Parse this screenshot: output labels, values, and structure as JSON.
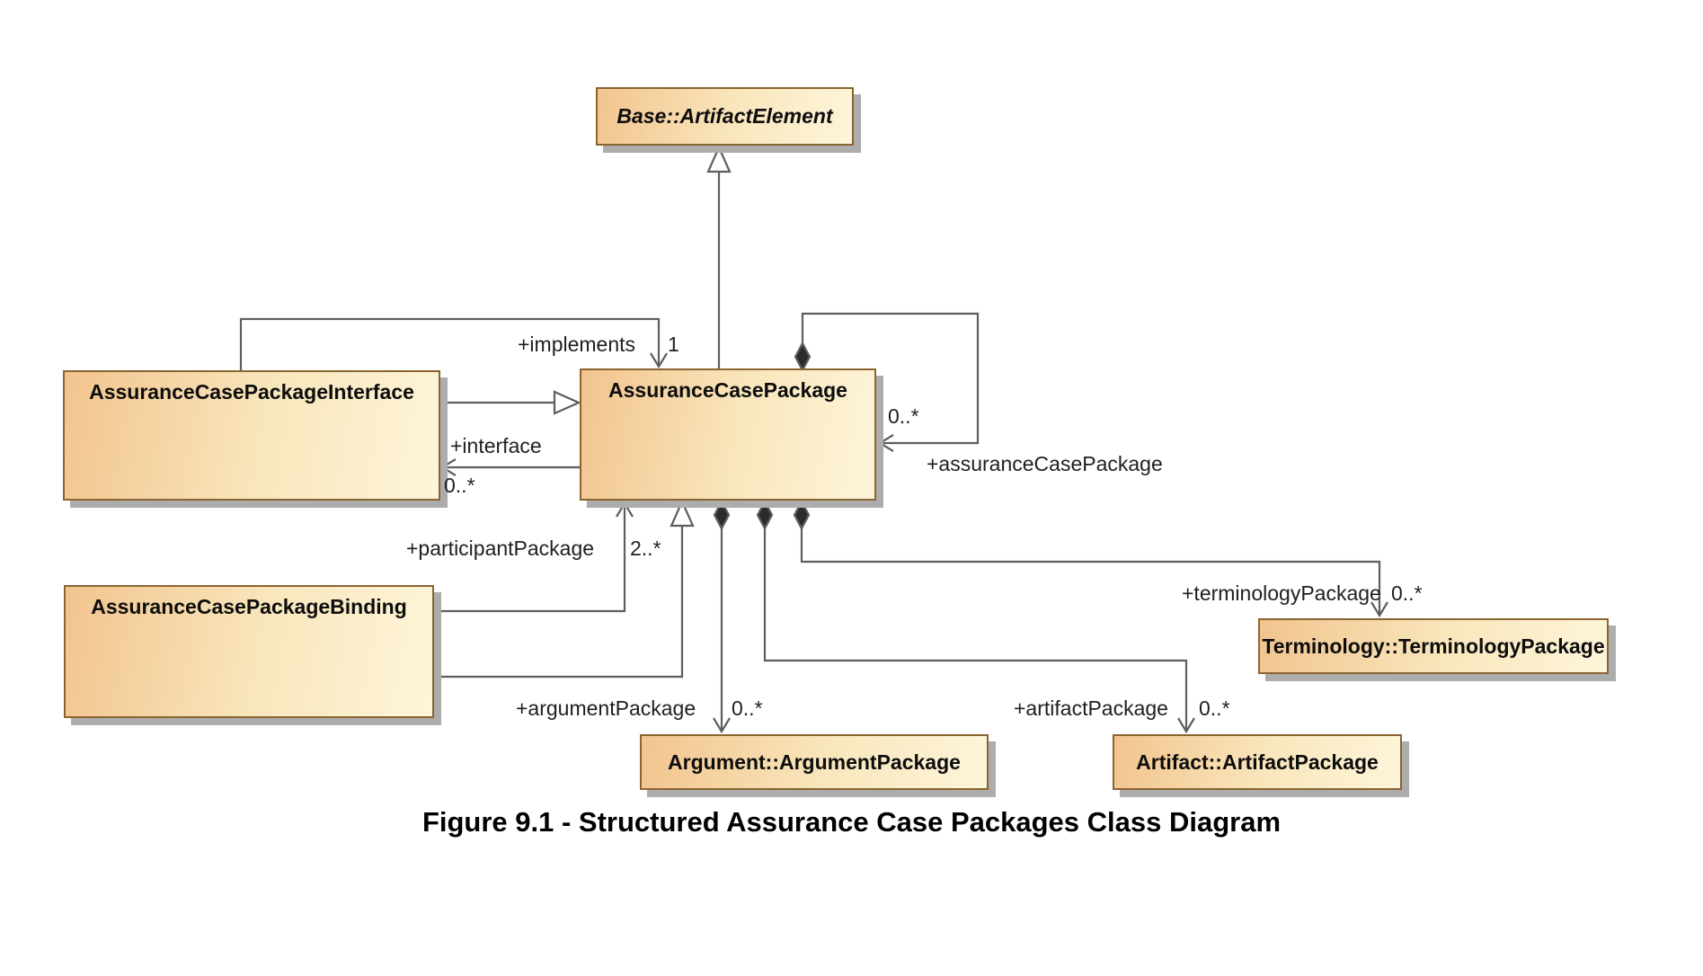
{
  "diagram": {
    "caption": "Figure 9.1 - Structured Assurance Case Packages Class Diagram",
    "colors": {
      "box_fill_dark": "#f2c48e",
      "box_fill_light": "#fdf5da",
      "box_border": "#8a6531",
      "connector_line": "#5e5e5e",
      "composition_diamond": "#2b2b2b",
      "shadow": "#adadad",
      "text": "#000000"
    },
    "classes": [
      {
        "id": "base-artifact-element",
        "name": "Base::ArtifactElement",
        "abstract": true
      },
      {
        "id": "assurance-case-package",
        "name": "AssuranceCasePackage",
        "abstract": false
      },
      {
        "id": "assurance-case-package-interface",
        "name": "AssuranceCasePackageInterface",
        "abstract": false
      },
      {
        "id": "assurance-case-package-binding",
        "name": "AssuranceCasePackageBinding",
        "abstract": false
      },
      {
        "id": "argument-package",
        "name": "Argument::ArgumentPackage",
        "abstract": false
      },
      {
        "id": "artifact-package",
        "name": "Artifact::ArtifactPackage",
        "abstract": false
      },
      {
        "id": "terminology-package",
        "name": "Terminology::TerminologyPackage",
        "abstract": false
      }
    ],
    "labels": {
      "implements_role": "+implements",
      "implements_mult": "1",
      "interface_role": "+interface",
      "interface_mult": "0..*",
      "self_mult": "0..*",
      "self_role": "+assuranceCasePackage",
      "participant_role": "+participantPackage",
      "participant_mult": "2..*",
      "argument_role": "+argumentPackage",
      "argument_mult": "0..*",
      "artifact_role": "+artifactPackage",
      "artifact_mult": "0..*",
      "terminology_role": "+terminologyPackage",
      "terminology_mult": "0..*"
    },
    "relationships": [
      {
        "type": "generalization",
        "from": "AssuranceCasePackage",
        "to": "Base::ArtifactElement"
      },
      {
        "type": "generalization",
        "from": "AssuranceCasePackageInterface",
        "to": "AssuranceCasePackage"
      },
      {
        "type": "generalization",
        "from": "AssuranceCasePackageBinding",
        "to": "AssuranceCasePackage"
      },
      {
        "type": "association",
        "from": "AssuranceCasePackageInterface",
        "to": "AssuranceCasePackage",
        "role": "+implements",
        "multiplicity": "1"
      },
      {
        "type": "association",
        "from": "AssuranceCasePackage",
        "to": "AssuranceCasePackageInterface",
        "role": "+interface",
        "multiplicity": "0..*"
      },
      {
        "type": "association",
        "from": "AssuranceCasePackageBinding",
        "to": "AssuranceCasePackage",
        "role": "+participantPackage",
        "multiplicity": "2..*"
      },
      {
        "type": "composition",
        "from": "AssuranceCasePackage",
        "to": "AssuranceCasePackage",
        "role": "+assuranceCasePackage",
        "multiplicity": "0..*"
      },
      {
        "type": "composition",
        "from": "AssuranceCasePackage",
        "to": "Argument::ArgumentPackage",
        "role": "+argumentPackage",
        "multiplicity": "0..*"
      },
      {
        "type": "composition",
        "from": "AssuranceCasePackage",
        "to": "Artifact::ArtifactPackage",
        "role": "+artifactPackage",
        "multiplicity": "0..*"
      },
      {
        "type": "composition",
        "from": "AssuranceCasePackage",
        "to": "Terminology::TerminologyPackage",
        "role": "+terminologyPackage",
        "multiplicity": "0..*"
      }
    ]
  }
}
